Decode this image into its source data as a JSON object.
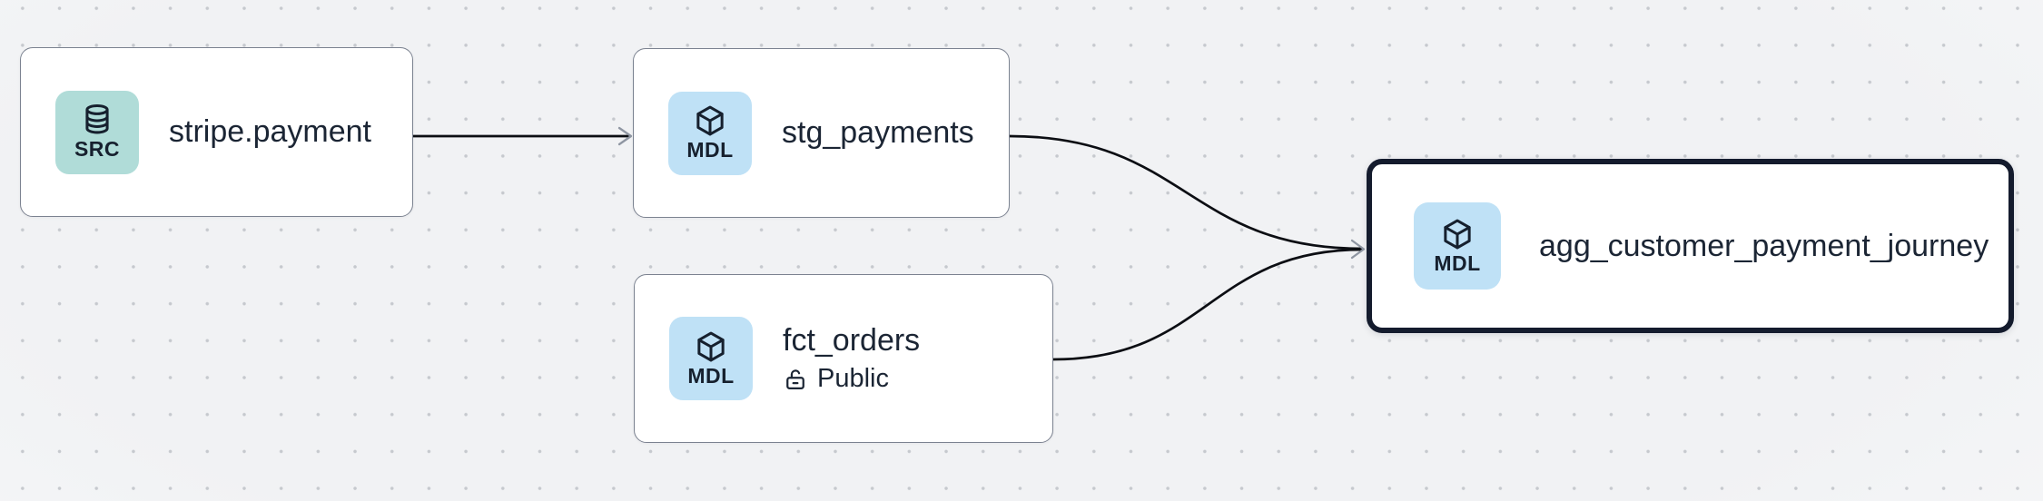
{
  "canvas": {
    "background_color": "#f2f3f5",
    "dot_color": "#c6c9ce"
  },
  "colors": {
    "node_bg": "#ffffff",
    "node_border": "#7b8290",
    "node_border_selected": "#141b2d",
    "title_text": "#1b2534",
    "badge_text": "#16202e",
    "badge_src_bg": "#b0dcd8",
    "badge_mdl_bg": "#bfe1f6",
    "edge_color": "#0c0e13",
    "arrowhead_color": "#8f96a2"
  },
  "nodes": [
    {
      "id": "stripe.payment",
      "title": "stripe.payment",
      "badge": {
        "label": "SRC",
        "icon": "database-icon",
        "bg": "#b0dcd8"
      },
      "selected": false
    },
    {
      "id": "stg_payments",
      "title": "stg_payments",
      "badge": {
        "label": "MDL",
        "icon": "cube-icon",
        "bg": "#bfe1f6"
      },
      "selected": false
    },
    {
      "id": "fct_orders",
      "title": "fct_orders",
      "badge": {
        "label": "MDL",
        "icon": "cube-icon",
        "bg": "#bfe1f6"
      },
      "access_label": "Public",
      "access_icon": "lock-open-icon",
      "selected": false
    },
    {
      "id": "agg_customer_payment_journey",
      "title": "agg_customer_payment_journey",
      "badge": {
        "label": "MDL",
        "icon": "cube-icon",
        "bg": "#bfe1f6"
      },
      "selected": true
    }
  ],
  "edges": [
    {
      "source": "stripe.payment",
      "target": "stg_payments"
    },
    {
      "source": "stg_payments",
      "target": "agg_customer_payment_journey"
    },
    {
      "source": "fct_orders",
      "target": "agg_customer_payment_journey"
    }
  ]
}
